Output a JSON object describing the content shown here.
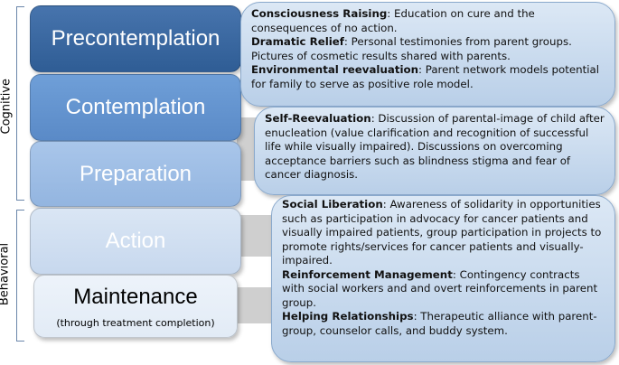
{
  "side_labels": {
    "cognitive": "Cognitive",
    "behavioral": "Behavioral"
  },
  "stages": {
    "precontemplation": "Precontemplation",
    "contemplation": "Contemplation",
    "preparation": "Preparation",
    "action": "Action",
    "maintenance": "Maintenance",
    "maintenance_sub": "(through treatment completion)"
  },
  "callout1": {
    "consciousness_title": "Consciousness Raising",
    "consciousness_text": ": Education on cure and the consequences of no action.",
    "dramatic_title": "Dramatic Relief",
    "dramatic_text": ": Personal testimonies from parent groups. Pictures of cosmetic results shared with parents.",
    "environmental_title": "Environmental reevaluation",
    "environmental_text": ": Parent network models potential for family to serve as positive role model."
  },
  "callout2": {
    "self_title": "Self-Reevaluation",
    "self_text": ": Discussion of parental-image of child after enucleation (value clarification and recognition of successful life while visually impaired). Discussions on overcoming acceptance barriers such as blindness stigma and fear of cancer diagnosis."
  },
  "callout3": {
    "social_title": "Social Liberation",
    "social_text": ": Awareness of solidarity in opportunities such as participation in advocacy for cancer patients and visually impaired patients, group participation in projects to promote rights/services for cancer patients and visually-impaired.",
    "reinforcement_title": "Reinforcement Management",
    "reinforcement_text": ": Contingency contracts with social workers and and overt reinforcements in parent group.",
    "helping_title": "Helping Relationships",
    "helping_text": ": Therapeutic alliance with parent-group, counselor calls, and buddy system."
  }
}
